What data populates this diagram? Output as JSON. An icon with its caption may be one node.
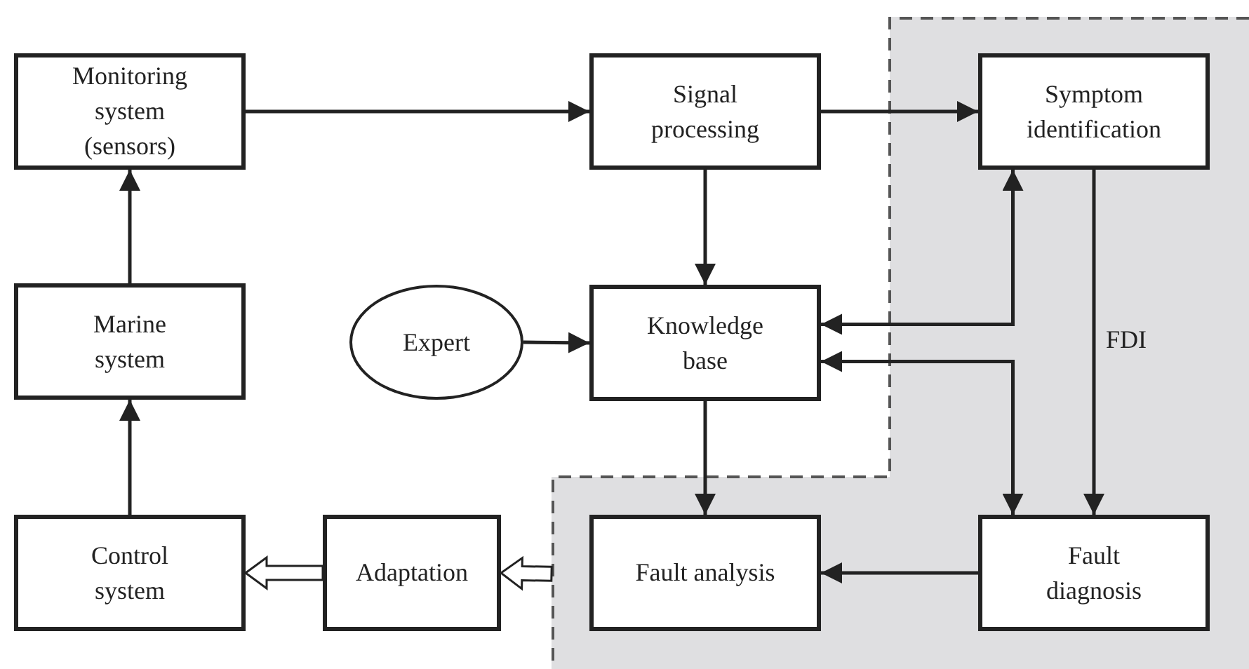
{
  "diagram": {
    "nodes": [
      {
        "text": [
          "Monitoring system (sensors)"
        ]
      },
      {
        "text": [
          "Signal processing"
        ]
      },
      {
        "text": [
          "FDI"
        ]
      },
      {
        "text": [
          "Symptom identification"
        ],
        "in": 2
      },
      {
        "text": [
          "Marine system"
        ]
      },
      {
        "text": [
          "Expert"
        ]
      },
      {
        "text": [
          "Knowledge base"
        ]
      },
      {
        "text": [
          "Control system"
        ]
      },
      {
        "text": [
          "Adaptation"
        ]
      },
      {
        "text": [
          "Fault analysis"
        ],
        "in": 2
      },
      {
        "text": [
          "Fault diagnosis"
        ],
        "in": 2
      }
    ],
    "edges": [
      {
        "from": 0,
        "to": 1,
        "arrow": "to"
      },
      {
        "from": 1,
        "to": 3,
        "arrow": "to"
      },
      {
        "from": 1,
        "to": 6,
        "arrow": "to"
      },
      {
        "from": 4,
        "to": 0,
        "arrow": "to"
      },
      {
        "from": 7,
        "to": 4,
        "arrow": "to"
      },
      {
        "from": 5,
        "to": 6,
        "arrow": "to"
      },
      {
        "from": 6,
        "to": 3,
        "arrow": "both"
      },
      {
        "from": 6,
        "to": 10,
        "arrow": "both"
      },
      {
        "from": 3,
        "to": 10,
        "arrow": "to"
      },
      {
        "from": 6,
        "to": 9,
        "arrow": "to"
      },
      {
        "from": 10,
        "to": 9,
        "arrow": "to"
      },
      {
        "from": 2,
        "to": 8,
        "arrow": "to",
        "style": "thick"
      },
      {
        "from": 8,
        "to": 7,
        "arrow": "to",
        "style": "thick"
      }
    ]
  }
}
